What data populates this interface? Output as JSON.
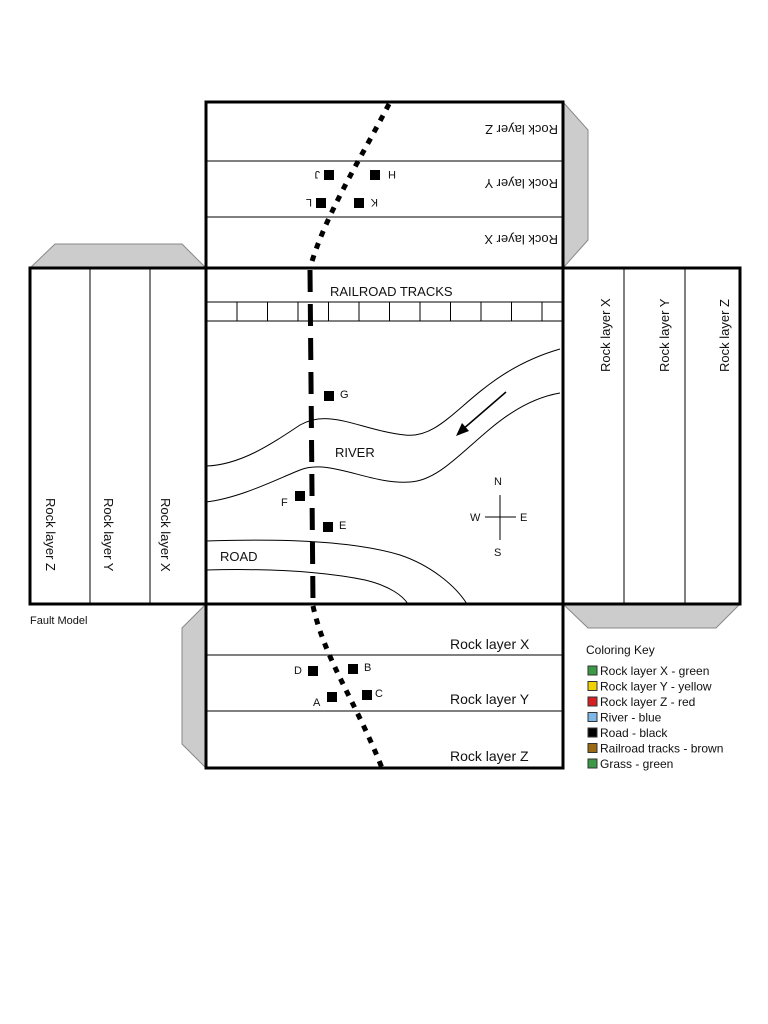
{
  "title": "Fault Model",
  "top_panel": {
    "layers": [
      "Rock layer Z",
      "Rock layer Y",
      "Rock layer X"
    ],
    "points": [
      "J",
      "H",
      "L",
      "K"
    ]
  },
  "bottom_panel": {
    "layers": [
      "Rock layer X",
      "Rock layer Y",
      "Rock layer Z"
    ],
    "points": [
      "D",
      "B",
      "A",
      "C"
    ]
  },
  "left_panel": {
    "layers": [
      "Rock layer Z",
      "Rock layer Y",
      "Rock layer X"
    ]
  },
  "right_panel": {
    "layers": [
      "Rock layer X",
      "Rock layer Y",
      "Rock layer Z"
    ]
  },
  "map": {
    "railroad_label": "RAILROAD TRACKS",
    "river_label": "RIVER",
    "road_label": "ROAD",
    "points": [
      "G",
      "F",
      "E"
    ],
    "compass": {
      "n": "N",
      "s": "S",
      "e": "E",
      "w": "W"
    }
  },
  "coloring_key": {
    "title": "Coloring Key",
    "items": [
      {
        "label": "Rock layer X - green",
        "color": "#3c9a46"
      },
      {
        "label": "Rock layer Y - yellow",
        "color": "#f2d100"
      },
      {
        "label": "Rock layer Z - red",
        "color": "#d42020"
      },
      {
        "label": "River - blue",
        "color": "#7fb7e8"
      },
      {
        "label": "Road - black",
        "color": "#000000"
      },
      {
        "label": "Railroad tracks - brown",
        "color": "#9a6a14"
      },
      {
        "label": "Grass - green",
        "color": "#3c9a46"
      }
    ]
  }
}
